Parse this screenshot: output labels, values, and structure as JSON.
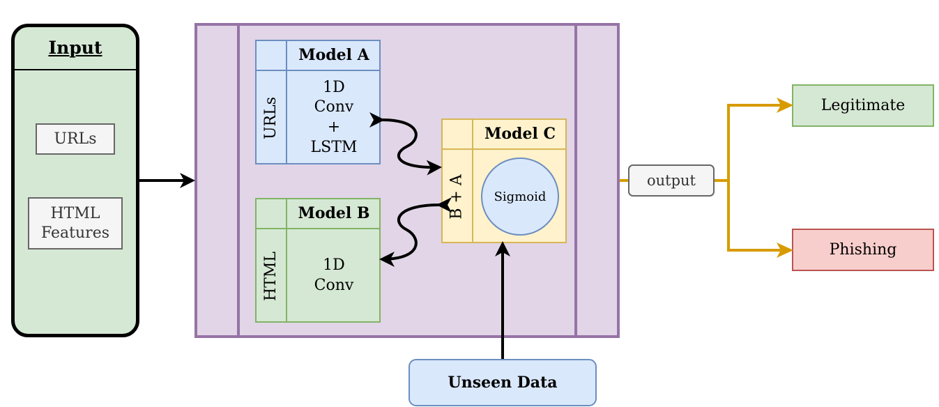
{
  "input": {
    "title": "Input",
    "items": [
      "URLs",
      "HTML\nFeatures"
    ]
  },
  "model_a": {
    "title": "Model A",
    "side": "URLs",
    "body": "1D\nConv\n+\nLSTM"
  },
  "model_b": {
    "title": "Model B",
    "side": "HTML",
    "body": "1D\nConv"
  },
  "model_c": {
    "title": "Model C",
    "side": "B + A",
    "node": "Sigmoid"
  },
  "unseen": {
    "label": "Unseen Data"
  },
  "output": {
    "label": "output"
  },
  "results": {
    "legitimate": "Legitimate",
    "phishing": "Phishing"
  },
  "colors": {
    "input_fill": "#d5e8d4",
    "container_fill": "#e1d5e7",
    "container_stroke": "#9673a6",
    "model_a_fill": "#dae8fc",
    "model_a_stroke": "#6c8ebf",
    "model_b_fill": "#d5e8d4",
    "model_b_stroke": "#82b366",
    "model_c_fill": "#fff2cc",
    "model_c_stroke": "#d6b656",
    "output_arrow": "#d79b00",
    "legitimate_fill": "#d5e8d4",
    "phishing_fill": "#f8cecc",
    "phishing_stroke": "#b85450"
  }
}
